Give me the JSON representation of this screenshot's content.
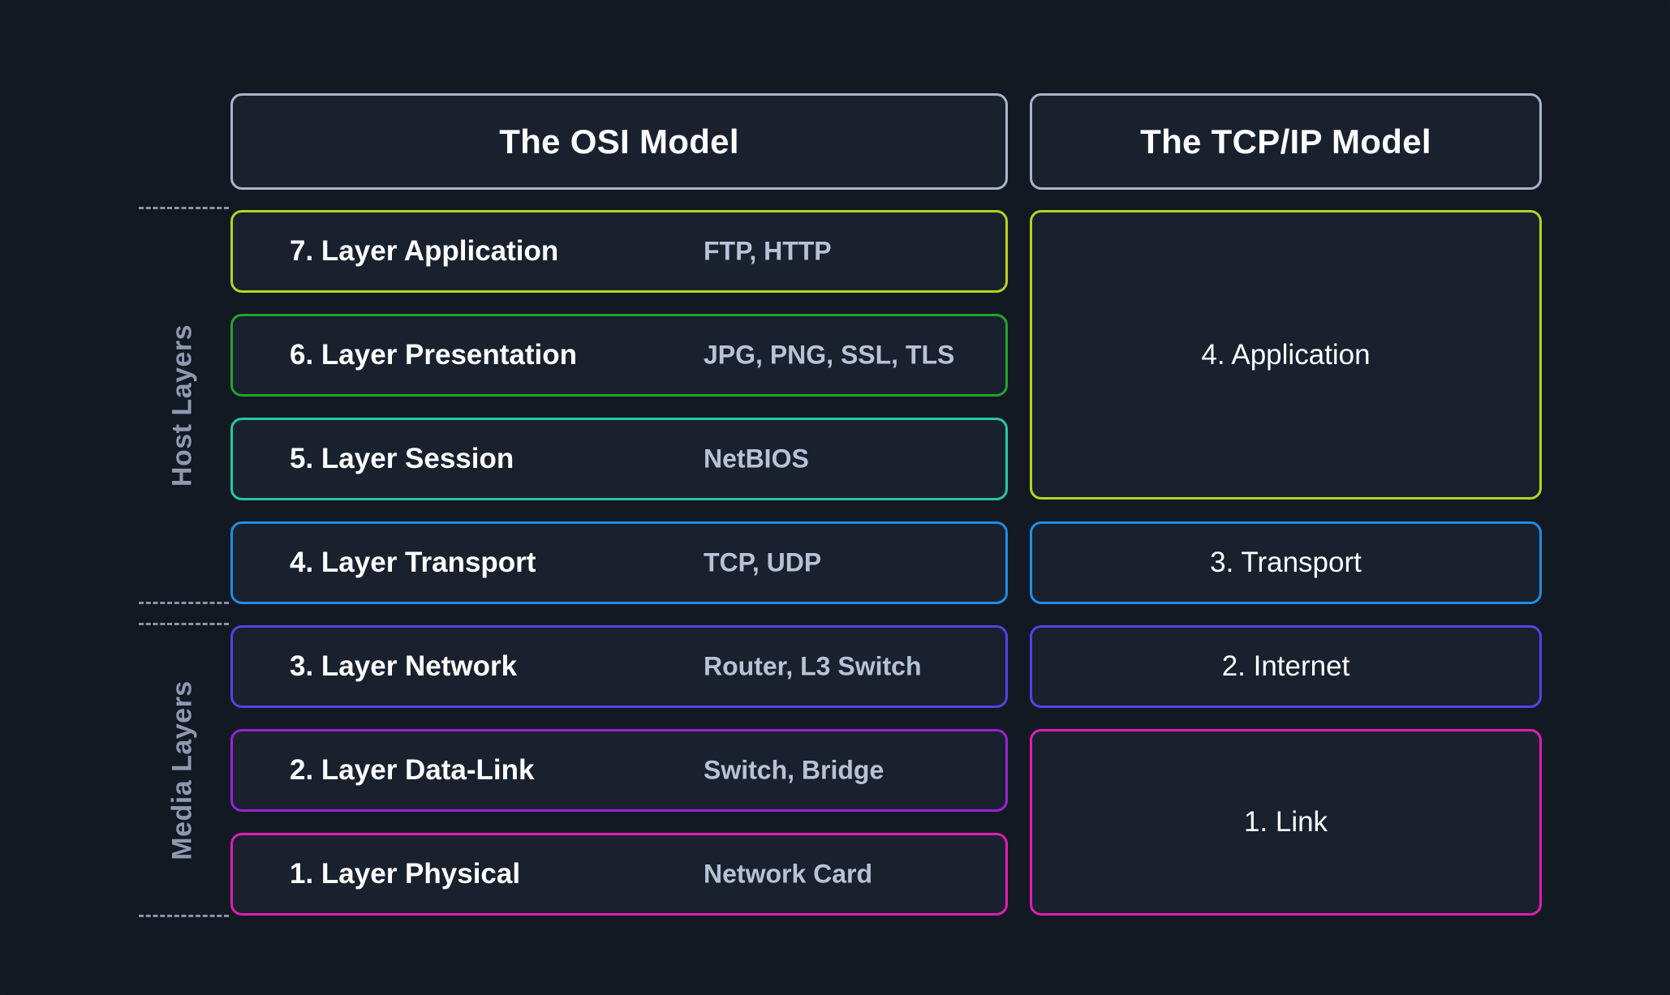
{
  "headers": {
    "osi": "The OSI Model",
    "tcpip": "The TCP/IP Model"
  },
  "side_labels": {
    "host": "Host Layers",
    "media": "Media Layers"
  },
  "osi_layers": [
    {
      "name": "7. Layer Application",
      "protocols": "FTP, HTTP",
      "color": "#b5d41f"
    },
    {
      "name": "6. Layer Presentation",
      "protocols": "JPG, PNG, SSL, TLS",
      "color": "#20a52a"
    },
    {
      "name": "5. Layer Session",
      "protocols": "NetBIOS",
      "color": "#27c7a5"
    },
    {
      "name": "4. Layer Transport",
      "protocols": "TCP, UDP",
      "color": "#1f8ce6"
    },
    {
      "name": "3. Layer Network",
      "protocols": "Router, L3 Switch",
      "color": "#5741e6"
    },
    {
      "name": "2. Layer Data-Link",
      "protocols": "Switch, Bridge",
      "color": "#9a22d6"
    },
    {
      "name": "1. Layer Physical",
      "protocols": "Network Card",
      "color": "#e11cb4"
    }
  ],
  "tcpip_layers": [
    {
      "name": "4. Application",
      "color": "#b5d41f"
    },
    {
      "name": "3. Transport",
      "color": "#1f8ce6"
    },
    {
      "name": "2. Internet",
      "color": "#5741e6"
    },
    {
      "name": "1. Link",
      "color": "#e11cb4"
    }
  ],
  "colors": {
    "background": "#131923",
    "box_fill": "#19212e",
    "header_border": "#a9b4c9",
    "text_primary": "#ffffff",
    "text_secondary": "#b7c2d6",
    "side_label": "#8e99b0"
  }
}
